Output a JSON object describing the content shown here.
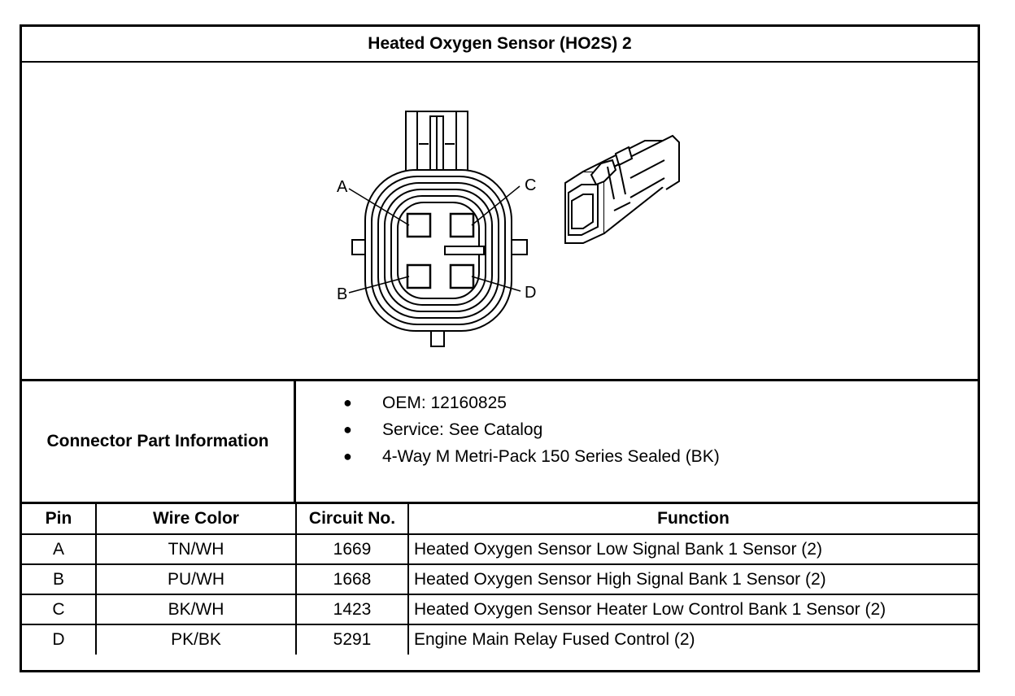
{
  "title": "Heated Oxygen Sensor (HO2S) 2",
  "diagram": {
    "pin_labels": [
      "A",
      "B",
      "C",
      "D"
    ]
  },
  "connector_info": {
    "label": "Connector Part Information",
    "items": [
      "OEM: 12160825",
      "Service: See Catalog",
      "4-Way M Metri-Pack 150 Series Sealed (BK)"
    ]
  },
  "pin_table": {
    "headers": [
      "Pin",
      "Wire Color",
      "Circuit No.",
      "Function"
    ],
    "rows": [
      {
        "pin": "A",
        "wire_color": "TN/WH",
        "circuit": "1669",
        "function": "Heated Oxygen Sensor Low Signal Bank 1 Sensor (2)"
      },
      {
        "pin": "B",
        "wire_color": "PU/WH",
        "circuit": "1668",
        "function": "Heated Oxygen Sensor High Signal Bank 1 Sensor (2)"
      },
      {
        "pin": "C",
        "wire_color": "BK/WH",
        "circuit": "1423",
        "function": "Heated Oxygen Sensor Heater Low Control Bank 1 Sensor (2)"
      },
      {
        "pin": "D",
        "wire_color": "PK/BK",
        "circuit": "5291",
        "function": "Engine Main Relay Fused Control (2)"
      }
    ]
  }
}
